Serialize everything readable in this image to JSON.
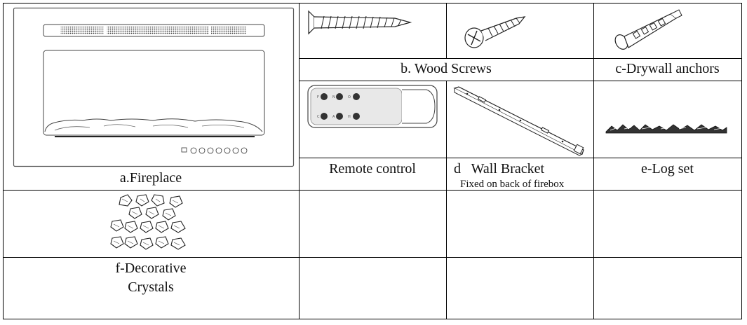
{
  "parts": {
    "fireplace": {
      "label": "a.Fireplace"
    },
    "wood_screws": {
      "label": "b. Wood Screws"
    },
    "drywall_anchors": {
      "label": "c-Drywall anchors"
    },
    "remote": {
      "label": "Remote control"
    },
    "wall_bracket": {
      "label": "d   Wall Bracket",
      "note": "Fixed on back of firebox"
    },
    "log_set": {
      "label": "e-Log set"
    },
    "crystals": {
      "label_line1": "f-Decorative",
      "label_line2": "Crystals"
    }
  }
}
